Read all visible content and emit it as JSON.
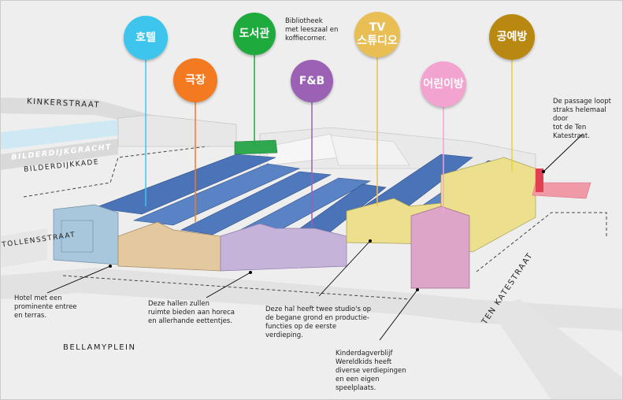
{
  "bubbles": [
    {
      "id": "hotel",
      "label": "호텔",
      "color": "#3ec5ee"
    },
    {
      "id": "theater",
      "label": "극장",
      "color": "#f47a22"
    },
    {
      "id": "library",
      "label": "도서관",
      "color": "#1faa3e"
    },
    {
      "id": "fnb",
      "label": "F&B",
      "color": "#9b61b5"
    },
    {
      "id": "tv",
      "label_line1": "TV",
      "label_line2": "스튜디오",
      "color": "#e9bf55"
    },
    {
      "id": "kids",
      "label": "어린이방",
      "color": "#f3a3cf"
    },
    {
      "id": "craft",
      "label": "공예방",
      "color": "#b98811"
    }
  ],
  "streets": {
    "kinkerstraat": "KINKERSTRAAT",
    "bilderdijkgracht": "BILDERDIJKGRACHT",
    "bilderdijkkade": "BILDERDIJKKADE",
    "tollensstraat": "TOLLENSSTRAAT",
    "bellamyplein": "BELLAMYPLEIN",
    "tenkatestraat": "TEN KATESTRAAT"
  },
  "notes": {
    "library_lines": [
      "Bibliotheek",
      "met leeszaal en",
      "koffiecorner."
    ],
    "passage_lines": [
      "De passage loopt",
      "straks helemaal door",
      "tot de Ten Katestraat."
    ],
    "hotel_lines": [
      "Hotel met een",
      "prominente entree",
      "en terras."
    ],
    "halls_lines": [
      "Deze hallen zullen",
      "ruimte bieden aan horeca",
      "en allerhande eettentjes."
    ],
    "studio_lines": [
      "Deze hal heeft twee studio's op",
      "de begane grond en productie-",
      "functies op  de eerste",
      "verdieping."
    ],
    "kids_lines": [
      "Kinderdagverblijf",
      "Wereldkids heeft",
      "diverse verdiepingen",
      "en een eigen",
      "speelplaats."
    ]
  },
  "colors": {
    "hotel_building": "#a9c7dc",
    "theater_building": "#e4c9a0",
    "fnb_building": "#c6b3da",
    "tv_building": "#ece08e",
    "kids_building": "#dda6c8",
    "solar_panel": "#4a73b8",
    "passage": "#f09aa8"
  }
}
